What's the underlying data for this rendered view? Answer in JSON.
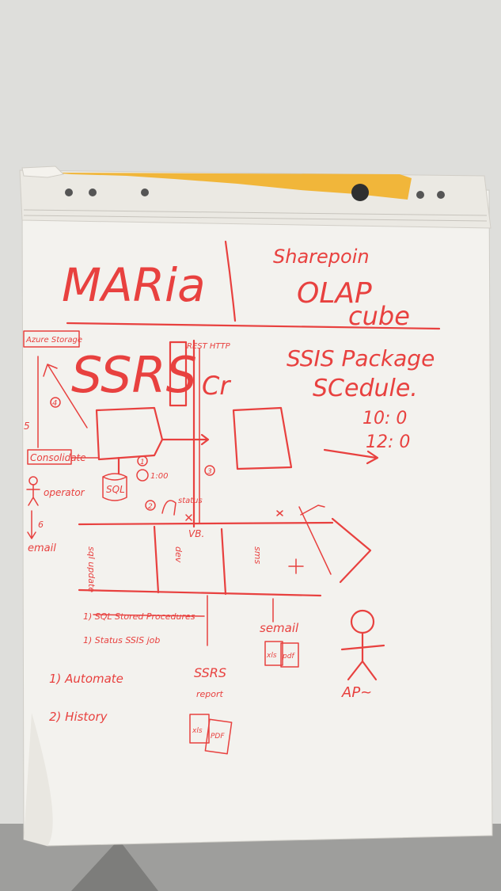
{
  "board": {
    "left_title": "MARia",
    "right_top": "Sharepoin",
    "olap_line1": "OLAP",
    "olap_line2": "cube",
    "ssis_line1": "SSIS Package",
    "ssis_line2": "SCedule.",
    "time1": "10: 0",
    "time2": "12: 0",
    "ssrs": "SSRS",
    "ssrs_suffix": "Cr",
    "azure_box": "Azure Storage",
    "rest_http": "REST HTTP",
    "consolidate": "Consolidate",
    "operator": "operator",
    "email_left": "email",
    "sql": "SQL",
    "step_5": "5",
    "step_4": "4",
    "step_6": "6",
    "step_1": "1",
    "step_2": "2",
    "step_3": "3",
    "step1_label": "1:00",
    "step2_label": "status",
    "vb": "VB.",
    "col1": "sql update",
    "col2": "dev",
    "col3": "sms",
    "semail": "semail",
    "xls_a": "xls",
    "pdf_a": "pdf",
    "list1": "1) SQL Stored Procedures",
    "list2": "1) Status SSIS job",
    "list3": "1) Automate",
    "list4": "2) History",
    "ssrs_report_1": "SSRS",
    "ssrs_report_2": "report",
    "xls_b": "xls",
    "pdf_b": "PDF",
    "ap": "AP~"
  }
}
